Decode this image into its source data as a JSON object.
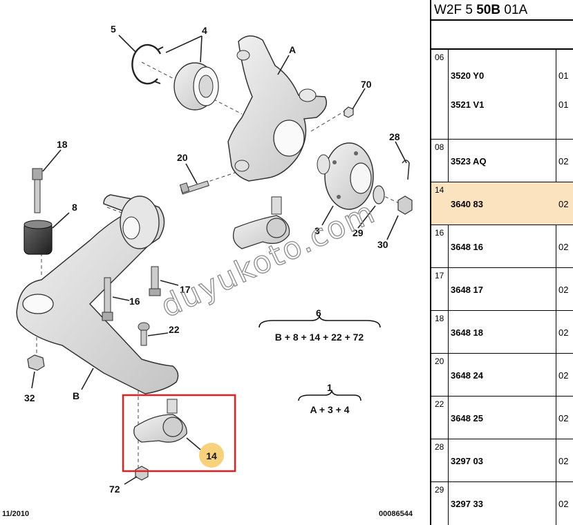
{
  "diagram": {
    "callouts": {
      "c5": "5",
      "c4": "4",
      "cA": "A",
      "c70": "70",
      "c18": "18",
      "c20": "20",
      "c28": "28",
      "c8": "8",
      "c3": "3",
      "c29": "29",
      "c30": "30",
      "c17": "17",
      "c16": "16",
      "c22": "22",
      "c6": "6",
      "c1": "1",
      "c32": "32",
      "cB": "B",
      "c14": "14",
      "c72": "72"
    },
    "formula_6": "B + 8 + 14 + 22 + 72",
    "formula_1": "A + 3 + 4",
    "date": "11/2010",
    "doc_number": "00086544",
    "watermark": "duyukoto.com",
    "highlight_color": "#e02020",
    "badge_color": "#f8d27a"
  },
  "panel": {
    "code_prefix": "W2F 5 ",
    "code_bold": "50B",
    "code_suffix": " 01A",
    "rows": [
      {
        "idx": "06",
        "ref": "3520 Y0",
        "qty": "01"
      },
      {
        "idx": "",
        "ref": "3521 V1",
        "qty": "01"
      },
      {
        "idx": "08",
        "ref": "3523 AQ",
        "qty": "02"
      },
      {
        "idx": "14",
        "ref": "3640 83",
        "qty": "02"
      },
      {
        "idx": "16",
        "ref": "3648 16",
        "qty": "02"
      },
      {
        "idx": "17",
        "ref": "3648 17",
        "qty": "02"
      },
      {
        "idx": "18",
        "ref": "3648 18",
        "qty": "02"
      },
      {
        "idx": "20",
        "ref": "3648 24",
        "qty": "02"
      },
      {
        "idx": "22",
        "ref": "3648 25",
        "qty": "02"
      },
      {
        "idx": "28",
        "ref": "3297 03",
        "qty": "02"
      },
      {
        "idx": "29",
        "ref": "3297 33",
        "qty": "02"
      }
    ]
  }
}
